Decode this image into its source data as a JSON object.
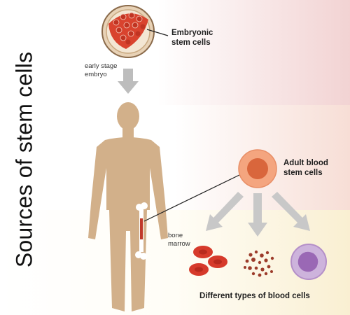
{
  "title": "Sources of stem cells",
  "labels": {
    "embryonic_line1": "Embryonic",
    "embryonic_line2": "stem cells",
    "early_stage_line1": "early stage",
    "early_stage_line2": "embryo",
    "adult_line1": "Adult blood",
    "adult_line2": "stem cells",
    "bone_line1": "bone",
    "bone_line2": "marrow",
    "different_types": "Different types of blood cells"
  },
  "colors": {
    "body_skin": "#d2b08a",
    "embryo_cells": "#d9432e",
    "arrow_gray": "#bdbdbd",
    "adult_cell_outer": "#f4a57f",
    "adult_cell_nucleus": "#d9663c",
    "red_blood_cell": "#d63a2b",
    "platelets": "#9c3b2a",
    "white_blood_cell": "#b48fc8"
  },
  "icons": [
    "embryo-icon",
    "down-arrow-icon",
    "human-body-icon",
    "bone-icon",
    "adult-stem-cell-icon",
    "red-blood-cells-icon",
    "platelets-icon",
    "white-blood-cell-icon"
  ]
}
